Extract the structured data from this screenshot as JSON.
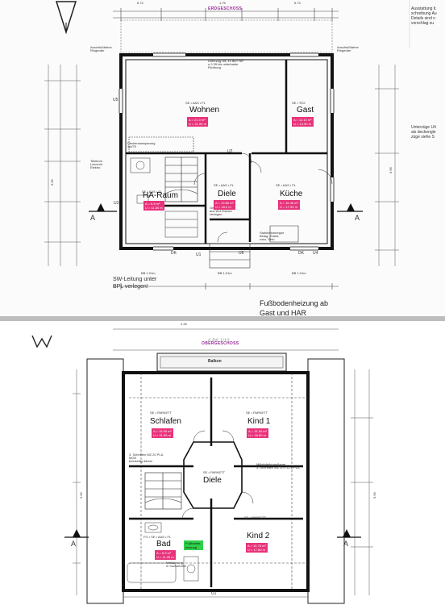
{
  "top": {
    "title": "ERDGESCHOSS",
    "rooms": {
      "wohnen": {
        "name": "Wohnen",
        "finish": "SE • AAS • FL",
        "area": "A = 21.0 m²",
        "perimeter": "U = 21.50 m"
      },
      "gast": {
        "name": "Gast",
        "finish": "SE • TEX",
        "area": "A = 11.10 m²",
        "perimeter": "U = 13.90 m"
      },
      "ha_raum": {
        "name": "HA-Raum",
        "finish": "SE • AAS • FL",
        "area": "A = 8.5 m²",
        "perimeter": "U = 11.80 m"
      },
      "diele": {
        "name": "Diele",
        "finish": "SE • AAS • FL",
        "area": "A = 10.85 m²",
        "perimeter": "U = 18.0 m"
      },
      "kueche": {
        "name": "Küche",
        "finish": "SE • AAS • FL",
        "area": "A = 16.45 m²",
        "perimeter": "U = 17.90 m"
      }
    },
    "notes": {
      "sw_leitung": "SW-Leitung unter\nBPL verlegen!",
      "fussboden": "Fußbodenheizung ab",
      "fussboden_sub": "Gast und HAR",
      "ausstattung": "Ausstattung lt.\nschreibung Au\nDetails sind n\nvorschlag zu",
      "unterzuege": "Unterzüge U4\nals deckengle\nzüge siehe S",
      "stahlbeton": "Stahlbetontreppe\nBelag: Granit,\nroeu. Setu",
      "deckenspruenge": "Deckenaussparung\n4el/75",
      "telekom": "Telekom\nLeerrohr\nElektro",
      "anschluss_l": "Anschlußfahne\nRingerder",
      "anschluss_r": "Anschlußfahne\nRingerder",
      "unterzug_u8": "Unterzug U8, 11.8m? 60°\nu.2.35 bis unterkante\nRichtung",
      "gefaelle": "Gefälleausbildung\naus WU-Estrich\nverlegen"
    },
    "labels": {
      "u1": "U1",
      "u2": "U2",
      "u3": "U3",
      "u4": "U4",
      "u5": "U5",
      "u6": "U6",
      "dk1": "DK",
      "dk2": "DK",
      "a": "A",
      "dim_top_1": "6.74",
      "dim_top_2": "1.75",
      "dim_top_3": "6.74",
      "dim_bot_1": "BB 1.01m",
      "dim_bot_2": "BB 1.01m",
      "dim_bot_3": "BB 1.01m",
      "dim_side_1": "9.99",
      "dim_side_2": "9.99"
    }
  },
  "bottom": {
    "title": "OBERGESCHOSS",
    "pen_note": "6 PK 1/10",
    "rooms": {
      "balkon": {
        "name": "Balkon"
      },
      "schlafen": {
        "name": "Schlafen",
        "finish": "SE • PARKETT",
        "area": "A = 15.09 m²",
        "perimeter": "U = 21.65 m"
      },
      "kind1": {
        "name": "Kind 1",
        "finish": "SE • PARKETT",
        "area": "A = 15.30 m²",
        "perimeter": "U = 18.60 m"
      },
      "diele": {
        "name": "Diele",
        "finish": "SE • PARKETT",
        "area": "",
        "perimeter": ""
      },
      "bad": {
        "name": "Bad",
        "finish": "FO • SE • AAS • FL",
        "area": "A = 6.9 m²",
        "perimeter": "U = 11.25 m"
      },
      "kind2": {
        "name": "Kind 2",
        "finish": "SE • PARKETT",
        "area": "A = 14.75 m²",
        "perimeter": "U = 17.60 m"
      }
    },
    "fussbodenheizung_tag": "Fußboden-\nheizung",
    "notes": {
      "schornstein": "3. Schnitten MZ 20 PLA\nMGE\nbeidseitig dämm",
      "mittelpfetten": "Mittelpfettenauflager\n3. Schnitten MZ 20 • 12.6 PLA",
      "verkleidung": "Verkleidung\nin Sockelhöhe"
    },
    "labels": {
      "u1": "U1",
      "a": "A",
      "dim_top": "2.26",
      "dim_side_1": "9.99",
      "dim_side_2": "9.99"
    }
  },
  "colors": {
    "pink_tag": "#e8337a",
    "green_tag": "#2fd14a",
    "title_purple": "#9b2d9b",
    "divider": "#bdbdbd"
  }
}
